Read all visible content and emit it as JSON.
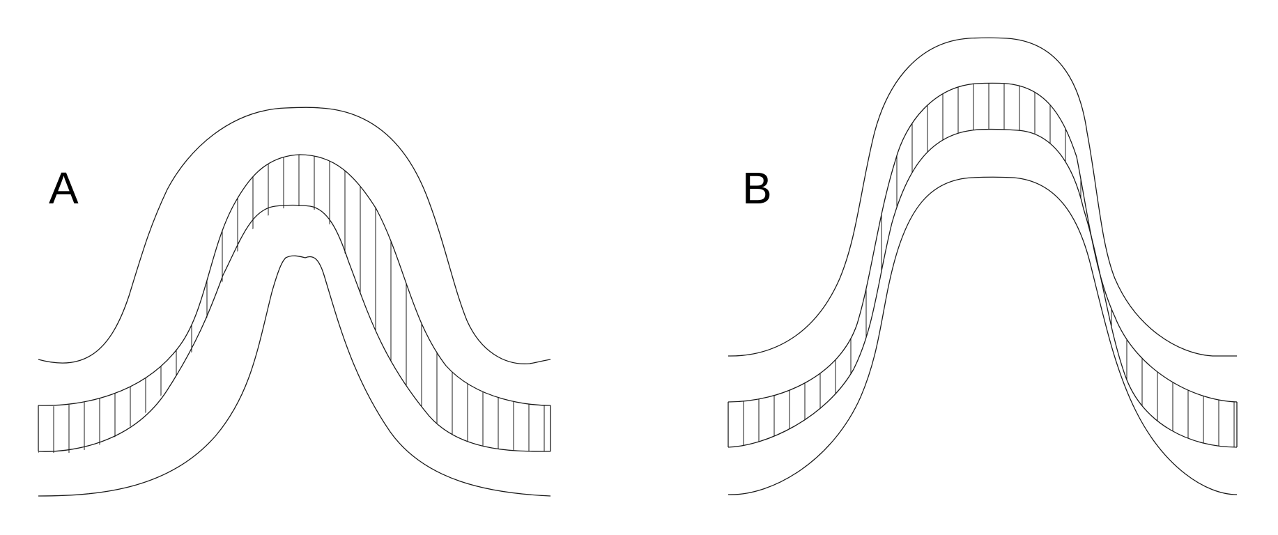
{
  "panels": [
    {
      "id": "A",
      "label": "A",
      "description_layers": [
        "upper-layer",
        "hatched-layer",
        "lower-layer"
      ]
    },
    {
      "id": "B",
      "label": "B",
      "description_layers": [
        "upper-layer",
        "hatched-layer",
        "lower-layer"
      ]
    }
  ],
  "colors": {
    "line": "#1a1a1a",
    "background": "#ffffff"
  }
}
